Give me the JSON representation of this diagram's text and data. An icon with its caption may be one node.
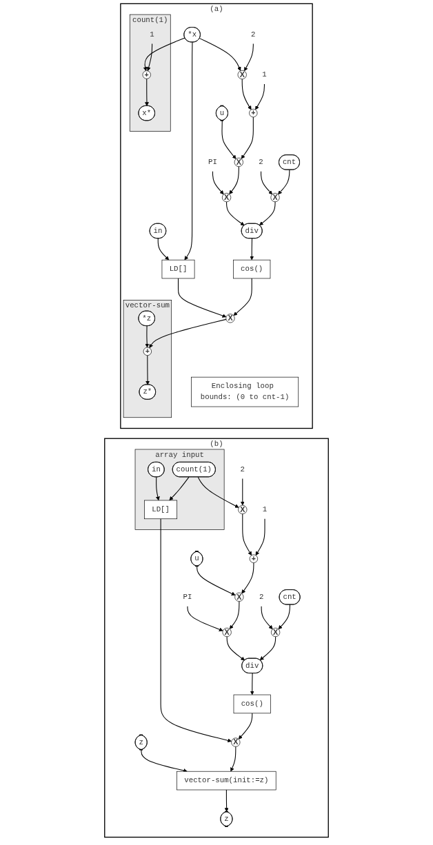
{
  "diagram": {
    "nodes": [
      {
        "text": [
          "(a)"
        ]
      },
      {
        "text": [
          "*x"
        ],
        "in": 0
      },
      {
        "text": [
          "count(1)"
        ],
        "in": 0
      },
      {
        "text": [
          "1"
        ],
        "in": 2
      },
      {
        "text": [
          "+"
        ],
        "in": 2
      },
      {
        "text": [
          "x*"
        ],
        "in": 2
      },
      {
        "text": [
          "2"
        ],
        "in": 0
      },
      {
        "text": [
          "X"
        ],
        "in": 0
      },
      {
        "text": [
          "1"
        ],
        "in": 0
      },
      {
        "text": [
          "u"
        ],
        "in": 0
      },
      {
        "text": [
          "+"
        ],
        "in": 0
      },
      {
        "text": [
          "X"
        ],
        "in": 0
      },
      {
        "text": [
          "PI"
        ],
        "in": 0
      },
      {
        "text": [
          "2"
        ],
        "in": 0
      },
      {
        "text": [
          "cnt"
        ],
        "in": 0
      },
      {
        "text": [
          "X"
        ],
        "in": 0
      },
      {
        "text": [
          "X"
        ],
        "in": 0
      },
      {
        "text": [
          "div"
        ],
        "in": 0
      },
      {
        "text": [
          "in"
        ],
        "in": 0
      },
      {
        "text": [
          "LD[]"
        ],
        "in": 0
      },
      {
        "text": [
          "cos()"
        ],
        "in": 0
      },
      {
        "text": [
          "X"
        ],
        "in": 0
      },
      {
        "text": [
          "vector-sum"
        ],
        "in": 0
      },
      {
        "text": [
          "*z"
        ],
        "in": 22
      },
      {
        "text": [
          "+"
        ],
        "in": 22
      },
      {
        "text": [
          "z*"
        ],
        "in": 22
      },
      {
        "text": [
          "Enclosing loop bounds: (0 to cnt-1)"
        ],
        "in": 0
      },
      {
        "text": [
          "(b)"
        ]
      },
      {
        "text": [
          "array input"
        ],
        "in": 27
      },
      {
        "text": [
          "count(1)"
        ],
        "in": 28
      },
      {
        "text": [
          "2"
        ],
        "in": 27
      },
      {
        "text": [
          "X"
        ],
        "in": 27
      },
      {
        "text": [
          "1"
        ],
        "in": 27
      },
      {
        "text": [
          "u"
        ],
        "in": 27
      },
      {
        "text": [
          "+"
        ],
        "in": 27
      },
      {
        "text": [
          "X"
        ],
        "in": 27
      },
      {
        "text": [
          "PI"
        ],
        "in": 27
      },
      {
        "text": [
          "2"
        ],
        "in": 27
      },
      {
        "text": [
          "cnt"
        ],
        "in": 27
      },
      {
        "text": [
          "X"
        ],
        "in": 27
      },
      {
        "text": [
          "X"
        ],
        "in": 27
      },
      {
        "text": [
          "div"
        ],
        "in": 27
      },
      {
        "text": [
          "in"
        ],
        "in": 28
      },
      {
        "text": [
          "LD[]"
        ],
        "in": 28
      },
      {
        "text": [
          "cos()"
        ],
        "in": 27
      },
      {
        "text": [
          "z"
        ],
        "in": 27
      },
      {
        "text": [
          "X"
        ],
        "in": 27
      },
      {
        "text": [
          "vector-sum(init:=z)"
        ],
        "in": 27
      },
      {
        "text": [
          "z"
        ],
        "in": 27
      }
    ],
    "edges": [
      {
        "from": 1,
        "to": 4,
        "arrow": "to"
      },
      {
        "from": 3,
        "to": 4,
        "arrow": "to"
      },
      {
        "from": 4,
        "to": 5,
        "arrow": "to"
      },
      {
        "from": 1,
        "to": 7,
        "arrow": "to"
      },
      {
        "from": 6,
        "to": 7,
        "arrow": "to"
      },
      {
        "from": 7,
        "to": 10,
        "arrow": "to"
      },
      {
        "from": 8,
        "to": 10,
        "arrow": "to"
      },
      {
        "from": 9,
        "to": 11,
        "arrow": "to"
      },
      {
        "from": 10,
        "to": 11,
        "arrow": "to"
      },
      {
        "from": 12,
        "to": 15,
        "arrow": "to"
      },
      {
        "from": 11,
        "to": 15,
        "arrow": "to"
      },
      {
        "from": 13,
        "to": 16,
        "arrow": "to"
      },
      {
        "from": 14,
        "to": 16,
        "arrow": "to"
      },
      {
        "from": 15,
        "to": 17,
        "arrow": "to"
      },
      {
        "from": 16,
        "to": 17,
        "arrow": "to"
      },
      {
        "from": 18,
        "to": 19,
        "arrow": "to"
      },
      {
        "from": 1,
        "to": 19,
        "arrow": "to"
      },
      {
        "from": 17,
        "to": 20,
        "arrow": "to"
      },
      {
        "from": 19,
        "to": 21,
        "arrow": "to"
      },
      {
        "from": 20,
        "to": 21,
        "arrow": "to"
      },
      {
        "from": 23,
        "to": 24,
        "arrow": "to"
      },
      {
        "from": 21,
        "to": 24,
        "arrow": "to"
      },
      {
        "from": 24,
        "to": 25,
        "arrow": "to"
      },
      {
        "from": 29,
        "to": 31,
        "arrow": "to"
      },
      {
        "from": 30,
        "to": 31,
        "arrow": "to"
      },
      {
        "from": 31,
        "to": 34,
        "arrow": "to"
      },
      {
        "from": 32,
        "to": 34,
        "arrow": "to"
      },
      {
        "from": 33,
        "to": 35,
        "arrow": "to"
      },
      {
        "from": 34,
        "to": 35,
        "arrow": "to"
      },
      {
        "from": 36,
        "to": 39,
        "arrow": "to"
      },
      {
        "from": 35,
        "to": 39,
        "arrow": "to"
      },
      {
        "from": 37,
        "to": 40,
        "arrow": "to"
      },
      {
        "from": 38,
        "to": 40,
        "arrow": "to"
      },
      {
        "from": 39,
        "to": 41,
        "arrow": "to"
      },
      {
        "from": 40,
        "to": 41,
        "arrow": "to"
      },
      {
        "from": 42,
        "to": 43,
        "arrow": "to"
      },
      {
        "from": 29,
        "to": 43,
        "arrow": "to"
      },
      {
        "from": 41,
        "to": 44,
        "arrow": "to"
      },
      {
        "from": 43,
        "to": 46,
        "arrow": "to"
      },
      {
        "from": 44,
        "to": 46,
        "arrow": "to"
      },
      {
        "from": 45,
        "to": 47,
        "arrow": "to"
      },
      {
        "from": 46,
        "to": 47,
        "arrow": "to"
      },
      {
        "from": 47,
        "to": 48,
        "arrow": "to"
      }
    ]
  }
}
